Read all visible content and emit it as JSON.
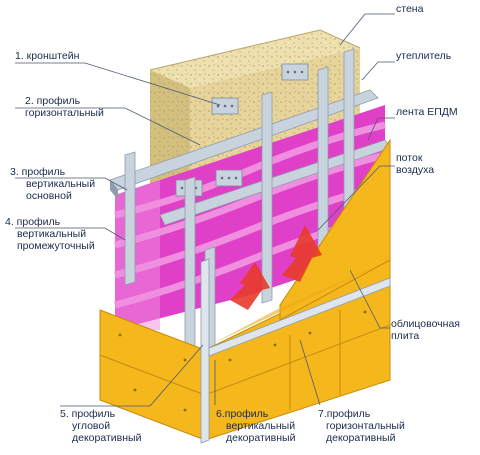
{
  "labels": {
    "wall": [
      "стена"
    ],
    "insulation": [
      "утеплитель"
    ],
    "epdm_tape": [
      "лента ЕПДМ"
    ],
    "air_flow": [
      "поток",
      "воздуха"
    ],
    "cladding_panel": [
      "облицовочная",
      "плита"
    ],
    "bracket": [
      "1. кронштейн"
    ],
    "horizontal_profile": [
      "2. профиль",
      "горизонтальный"
    ],
    "vertical_main_profile": [
      "3. профиль",
      "вертикальный",
      "основной"
    ],
    "vertical_intermediate_profile": [
      "4. профиль",
      "вертикальный",
      "промежуточный"
    ],
    "corner_decorative_profile": [
      "5. профиль",
      "угловой",
      "декоративный"
    ],
    "vertical_decorative_profile": [
      "6.профиль",
      "вертикальный",
      "декоративный"
    ],
    "horizontal_decorative_profile": [
      "7.профиль",
      "горизонтальный",
      "декоративный"
    ]
  },
  "colors": {
    "wall": "#e6d49a",
    "wall_dark": "#c9b46e",
    "insulation": "#e040c8",
    "insulation_light": "#f08ee0",
    "panel": "#f4b81c",
    "panel_dark": "#d99a10",
    "metal": "#c9d3de",
    "metal_dark": "#8e9cad",
    "arrow": "#e83a2a",
    "leader": "#4a5a74",
    "text": "#1a2a4a"
  },
  "icons": [
    "air-flow-arrow-icon"
  ]
}
